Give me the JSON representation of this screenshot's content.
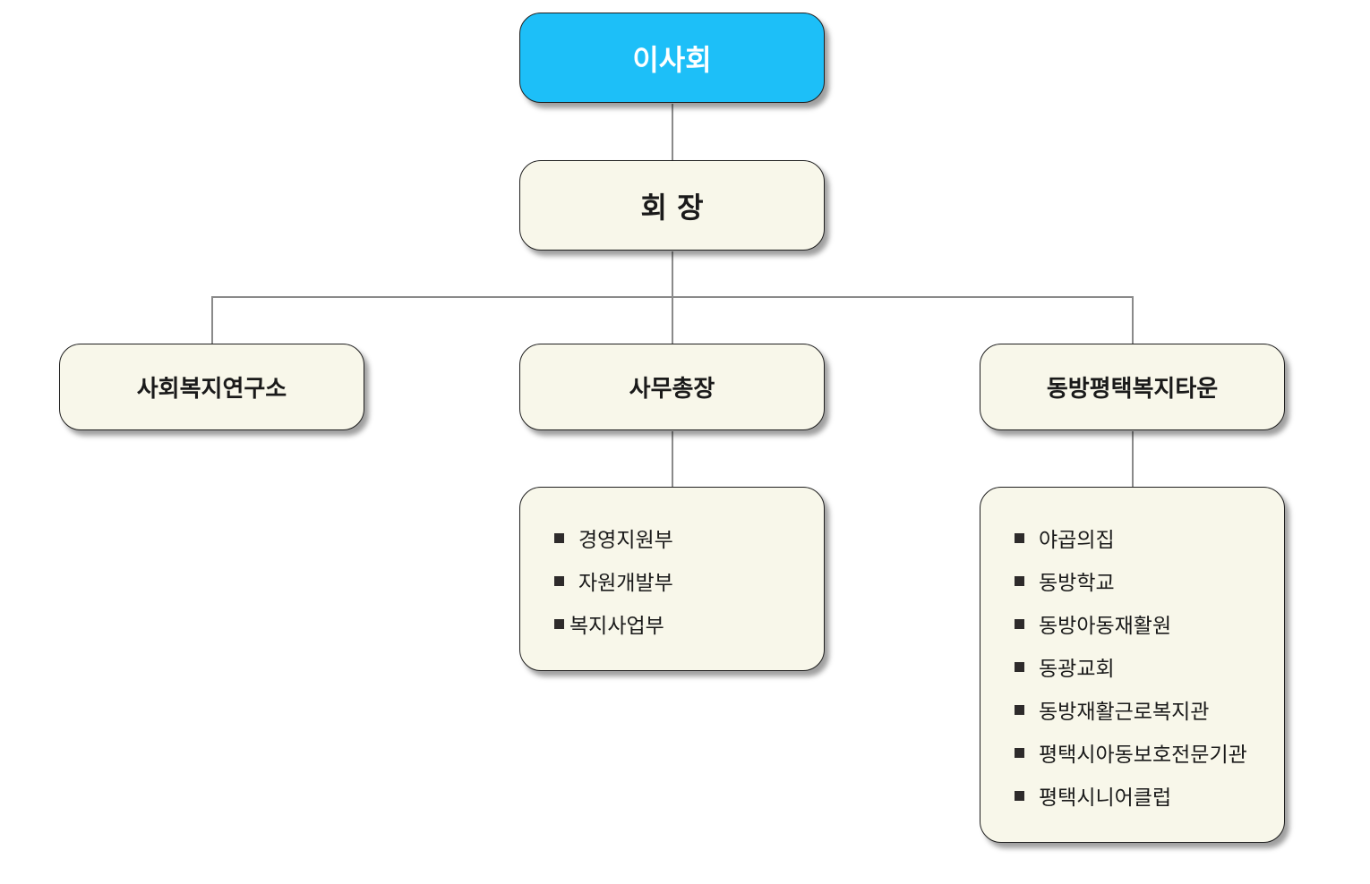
{
  "board": {
    "label": "이사회"
  },
  "president": {
    "label": "회 장"
  },
  "departments": {
    "institute": {
      "label": "사회복지연구소"
    },
    "secretary_general": {
      "label": "사무총장"
    },
    "town": {
      "label": "동방평택복지타운"
    }
  },
  "secretariat_units": [
    "경영지원부",
    "자원개발부",
    "복지사업부"
  ],
  "town_facilities": [
    "야곱의집",
    "동방학교",
    "동방아동재활원",
    "동광교회",
    "동방재활근로복지관",
    "평택시아동보호전문기관",
    "평택시니어클럽"
  ],
  "colors": {
    "board_fill": "#1dbff8",
    "box_fill": "#f8f7ea",
    "connector": "#8a8a8a",
    "bullet": "#2e2b2b"
  }
}
